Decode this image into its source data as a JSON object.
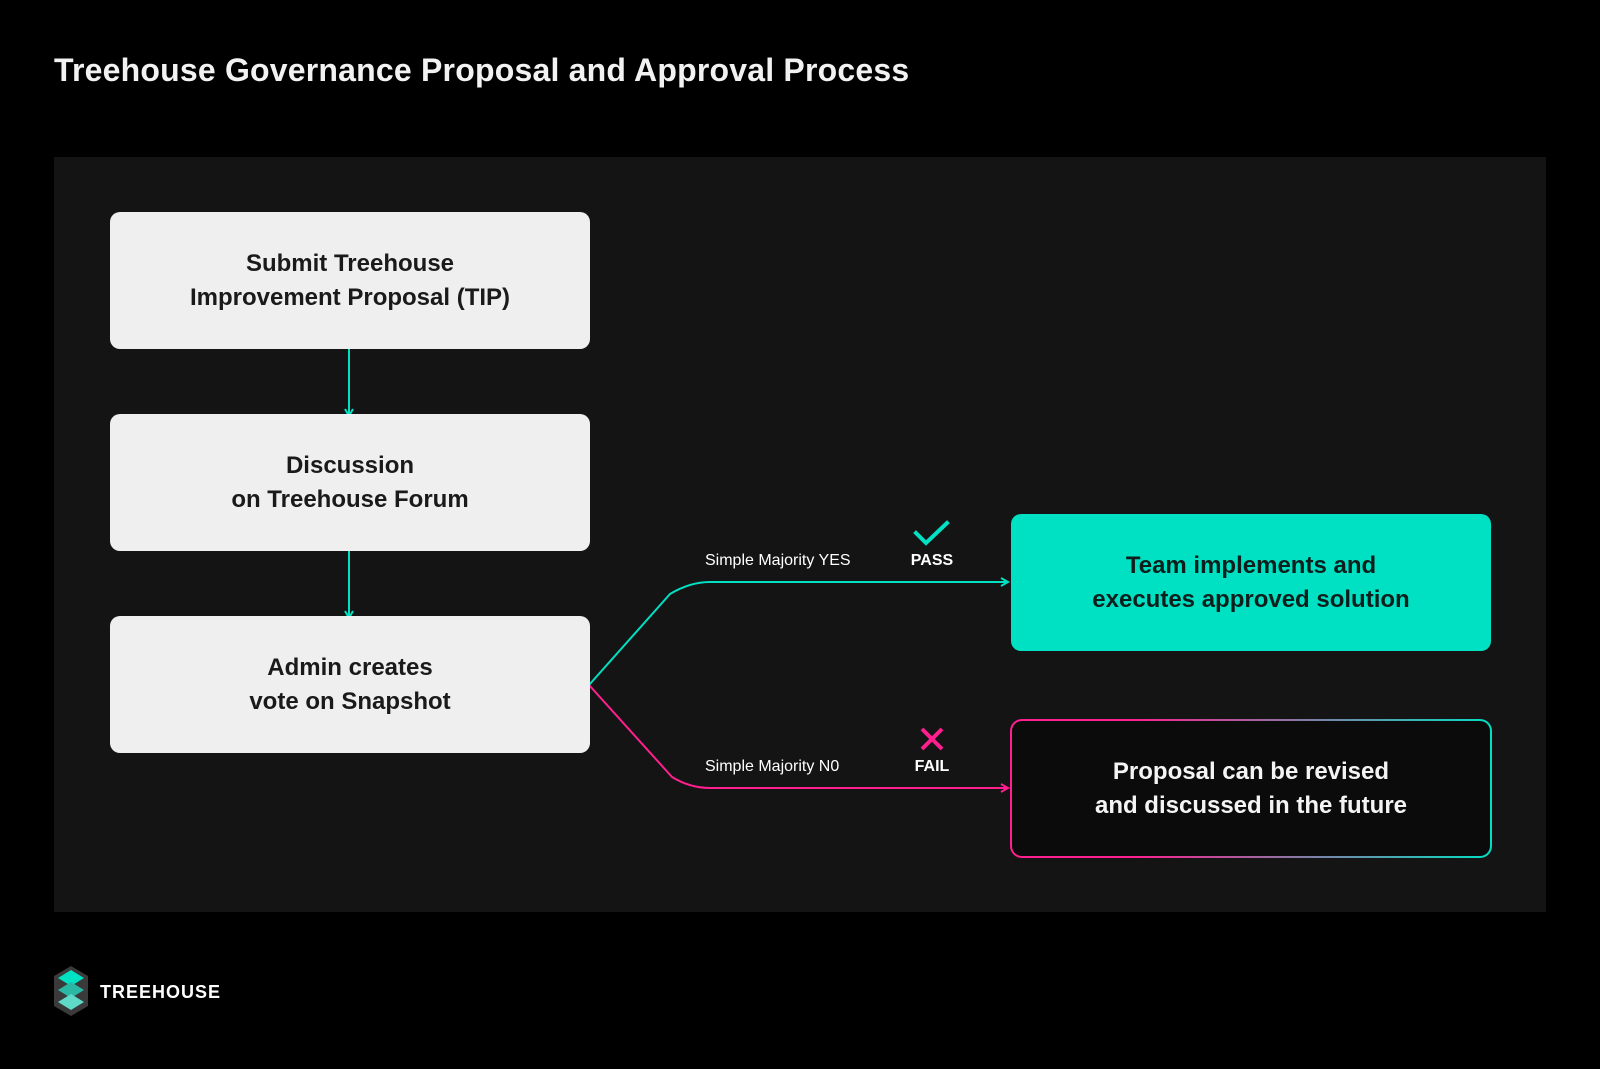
{
  "title": "Treehouse Governance Proposal and Approval Process",
  "colors": {
    "background": "#000000",
    "panel": "#141414",
    "step_box": "#efefef",
    "accent_pass": "#00e0c3",
    "accent_fail": "#ff1f8e"
  },
  "steps": [
    {
      "line1": "Submit Treehouse",
      "line2": "Improvement Proposal (TIP)"
    },
    {
      "line1": "Discussion",
      "line2": "on Treehouse Forum"
    },
    {
      "line1": "Admin creates",
      "line2": "vote on Snapshot"
    }
  ],
  "branches": {
    "pass": {
      "condition": "Simple Majority YES",
      "status": "PASS",
      "icon": "check-icon",
      "outcome_line1": "Team implements and",
      "outcome_line2": "executes approved solution"
    },
    "fail": {
      "condition": "Simple Majority N0",
      "status": "FAIL",
      "icon": "x-icon",
      "outcome_line1": "Proposal can be revised",
      "outcome_line2": "and discussed in the future"
    }
  },
  "brand": {
    "name": "TREEHOUSE",
    "logo_icon": "treehouse-logo-icon"
  }
}
